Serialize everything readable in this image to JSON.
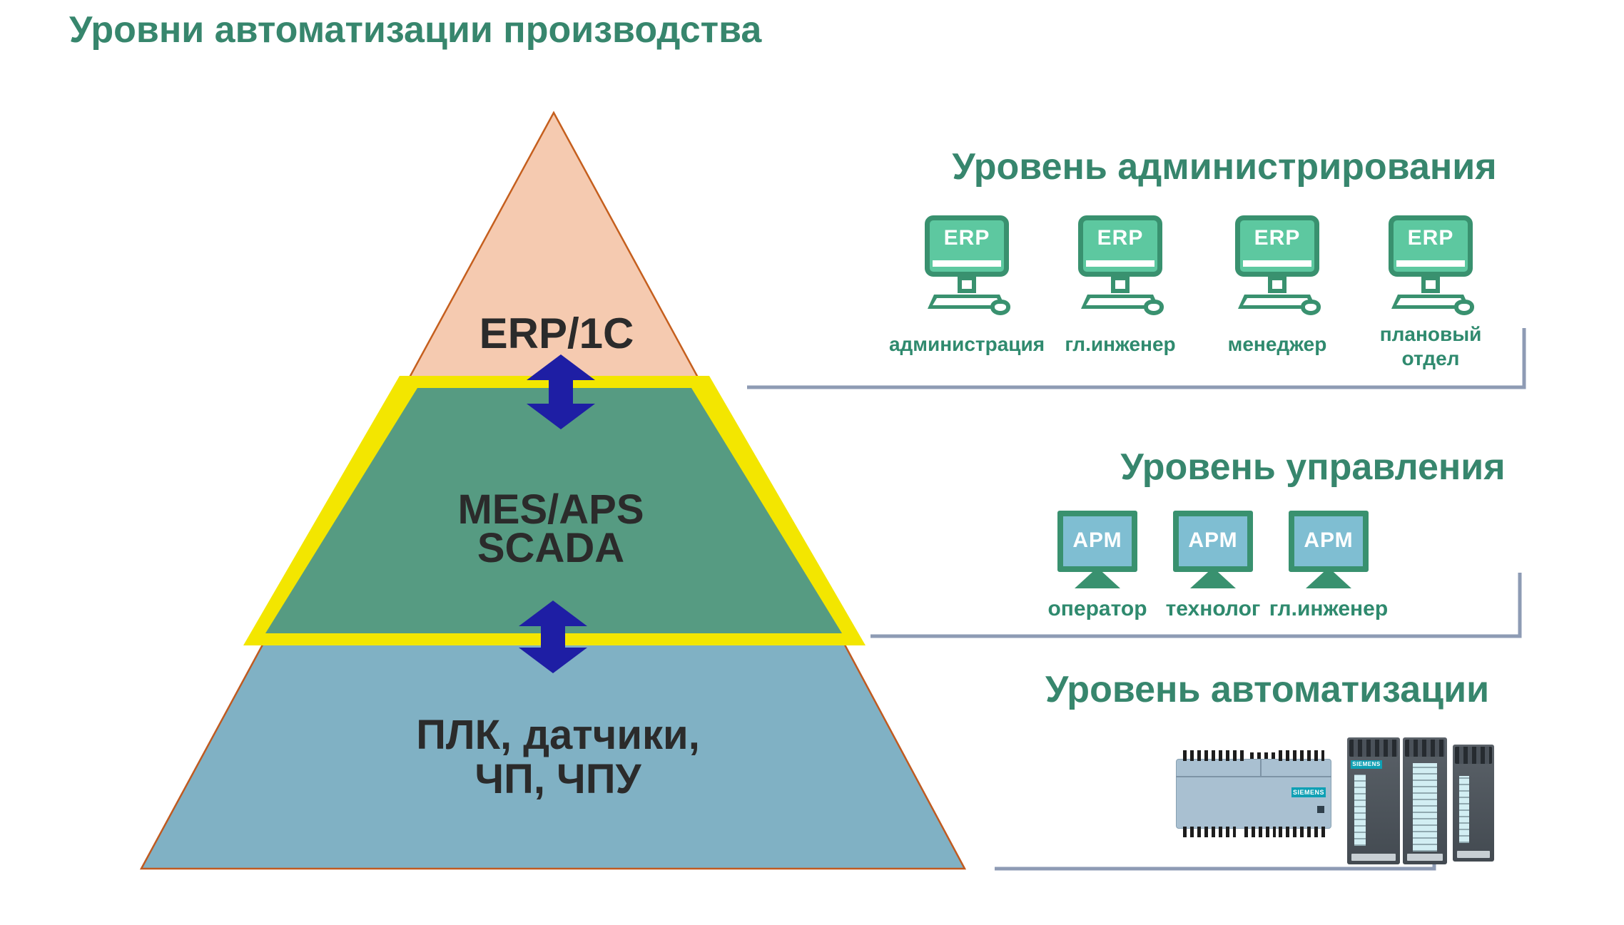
{
  "title": "Уровни автоматизации производства",
  "pyramid": {
    "top": {
      "label": "ERP/1C"
    },
    "middle": {
      "line1": "MES/APS",
      "line2": "SCADA"
    },
    "bottom": {
      "line1": "ПЛК, датчики,",
      "line2": "ЧП, ЧПУ"
    }
  },
  "admin_section": {
    "heading": "Уровень администрирования",
    "monitor_label": "ERP",
    "workstations": [
      "администрация",
      "гл.инженер",
      "менеджер",
      "плановый отдел"
    ]
  },
  "control_section": {
    "heading": "Уровень управления",
    "monitor_label": "АРМ",
    "workstations": [
      "оператор",
      "технолог",
      "гл.инженер"
    ]
  },
  "automation_section": {
    "heading": "Уровень автоматизации",
    "plc_brand": "SIEMENS"
  },
  "colors": {
    "heading_green": "#37866d",
    "label_green": "#2f8a6e",
    "pyramid_top_fill": "#f5cab0",
    "pyramid_outline_orange": "#c55f1e",
    "pyramid_middle_fill": "#569b82",
    "pyramid_middle_border_yellow": "#f3e600",
    "pyramid_bottom_fill": "#80b1c4",
    "arrow_blue": "#1e1ea4",
    "monitor_mint": "#5dc8a0",
    "monitor_border_green": "#39916f",
    "apm_screen_blue": "#7fbed2",
    "bracket_gray": "#8e9bb4",
    "pyramid_text_dark": "#2b2b2b",
    "siemens_teal": "#0fa0b4"
  }
}
